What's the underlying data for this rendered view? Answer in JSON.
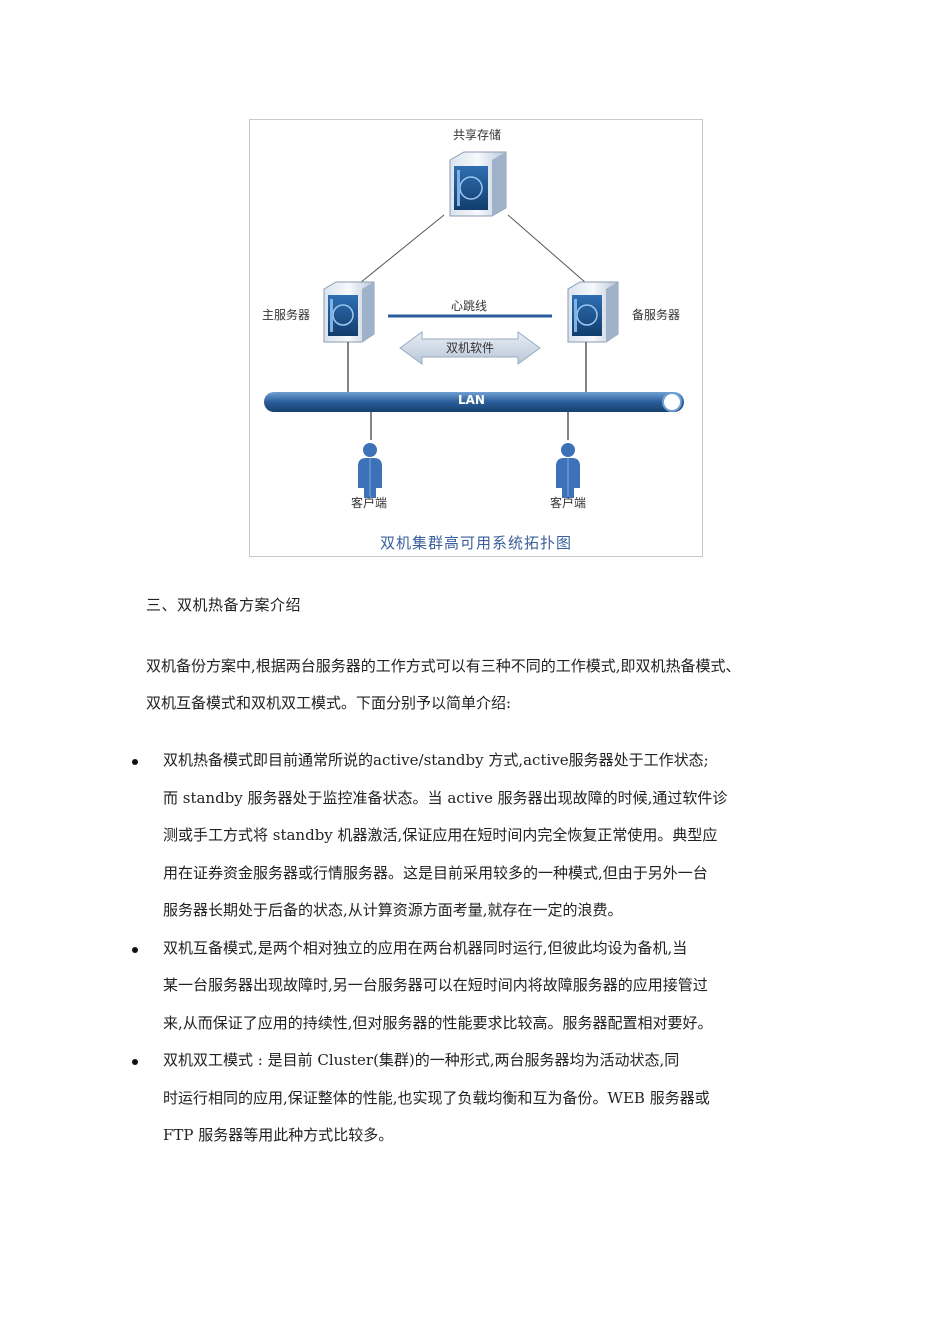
{
  "diagram": {
    "nodes": {
      "storage": "共享存储",
      "primary": "主服务器",
      "backup": "备服务器",
      "client_left": "客户端",
      "client_right": "客户端"
    },
    "heartbeat_label": "心跳线",
    "software_label": "双机软件",
    "lan_label": "LAN",
    "caption": "双机集群高可用系统拓扑图",
    "colors": {
      "caption": "#3a5f9e",
      "lan": "#2a5d9b",
      "server": "#1f4f86",
      "client": "#3d72b8"
    }
  },
  "section_heading": "三、双机热备方案介绍",
  "intro": {
    "lines": [
      "双机备份方案中,根据两台服务器的工作方式可以有三种不同的工作模式,即双机热备模式、",
      "双机互备模式和双机双工模式。下面分别予以简单介绍:"
    ]
  },
  "bullets": [
    {
      "lines": [
        "双机热备模式即目前通常所说的active/standby 方式,active服务器处于工作状态;",
        "而 standby 服务器处于监控准备状态。当 active 服务器出现故障的时候,通过软件诊",
        "测或手工方式将 standby 机器激活,保证应用在短时间内完全恢复正常使用。典型应",
        "用在证券资金服务器或行情服务器。这是目前采用较多的一种模式,但由于另外一台",
        "服务器长期处于后备的状态,从计算资源方面考量,就存在一定的浪费。"
      ]
    },
    {
      "lines": [
        "双机互备模式,是两个相对独立的应用在两台机器同时运行,但彼此均设为备机,当",
        "某一台服务器出现故障时,另一台服务器可以在短时间内将故障服务器的应用接管过",
        "来,从而保证了应用的持续性,但对服务器的性能要求比较高。服务器配置相对要好。"
      ]
    },
    {
      "lines": [
        "双机双工模式 : 是目前 Cluster(集群)的一种形式,两台服务器均为活动状态,同",
        "时运行相同的应用,保证整体的性能,也实现了负载均衡和互为备份。WEB 服务器或",
        "FTP 服务器等用此种方式比较多。"
      ]
    }
  ]
}
